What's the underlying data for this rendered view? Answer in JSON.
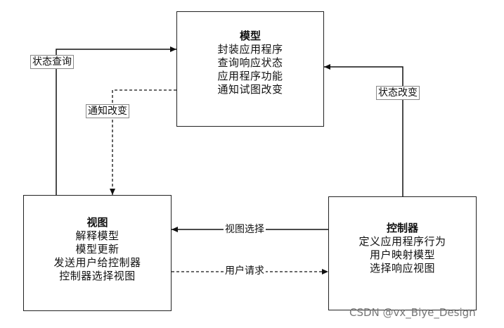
{
  "model": {
    "title": "模型",
    "lines": [
      "封装应用程序",
      "查询响应状态",
      "应用程序功能",
      "通知试图改变"
    ]
  },
  "view": {
    "title": "视图",
    "lines": [
      "解释模型",
      "模型更新",
      "发送用户给控制器",
      "控制器选择视图"
    ]
  },
  "controller": {
    "title": "控制器",
    "lines": [
      "定义应用程序行为",
      "用户映射模型",
      "选择响应视图"
    ]
  },
  "labels": {
    "state_query": "状态查询",
    "notify_change": "通知改变",
    "state_change": "状态改变",
    "view_select": "视图选择",
    "user_request": "用户请求"
  },
  "watermark": "CSDN @vx_Biye_Design"
}
